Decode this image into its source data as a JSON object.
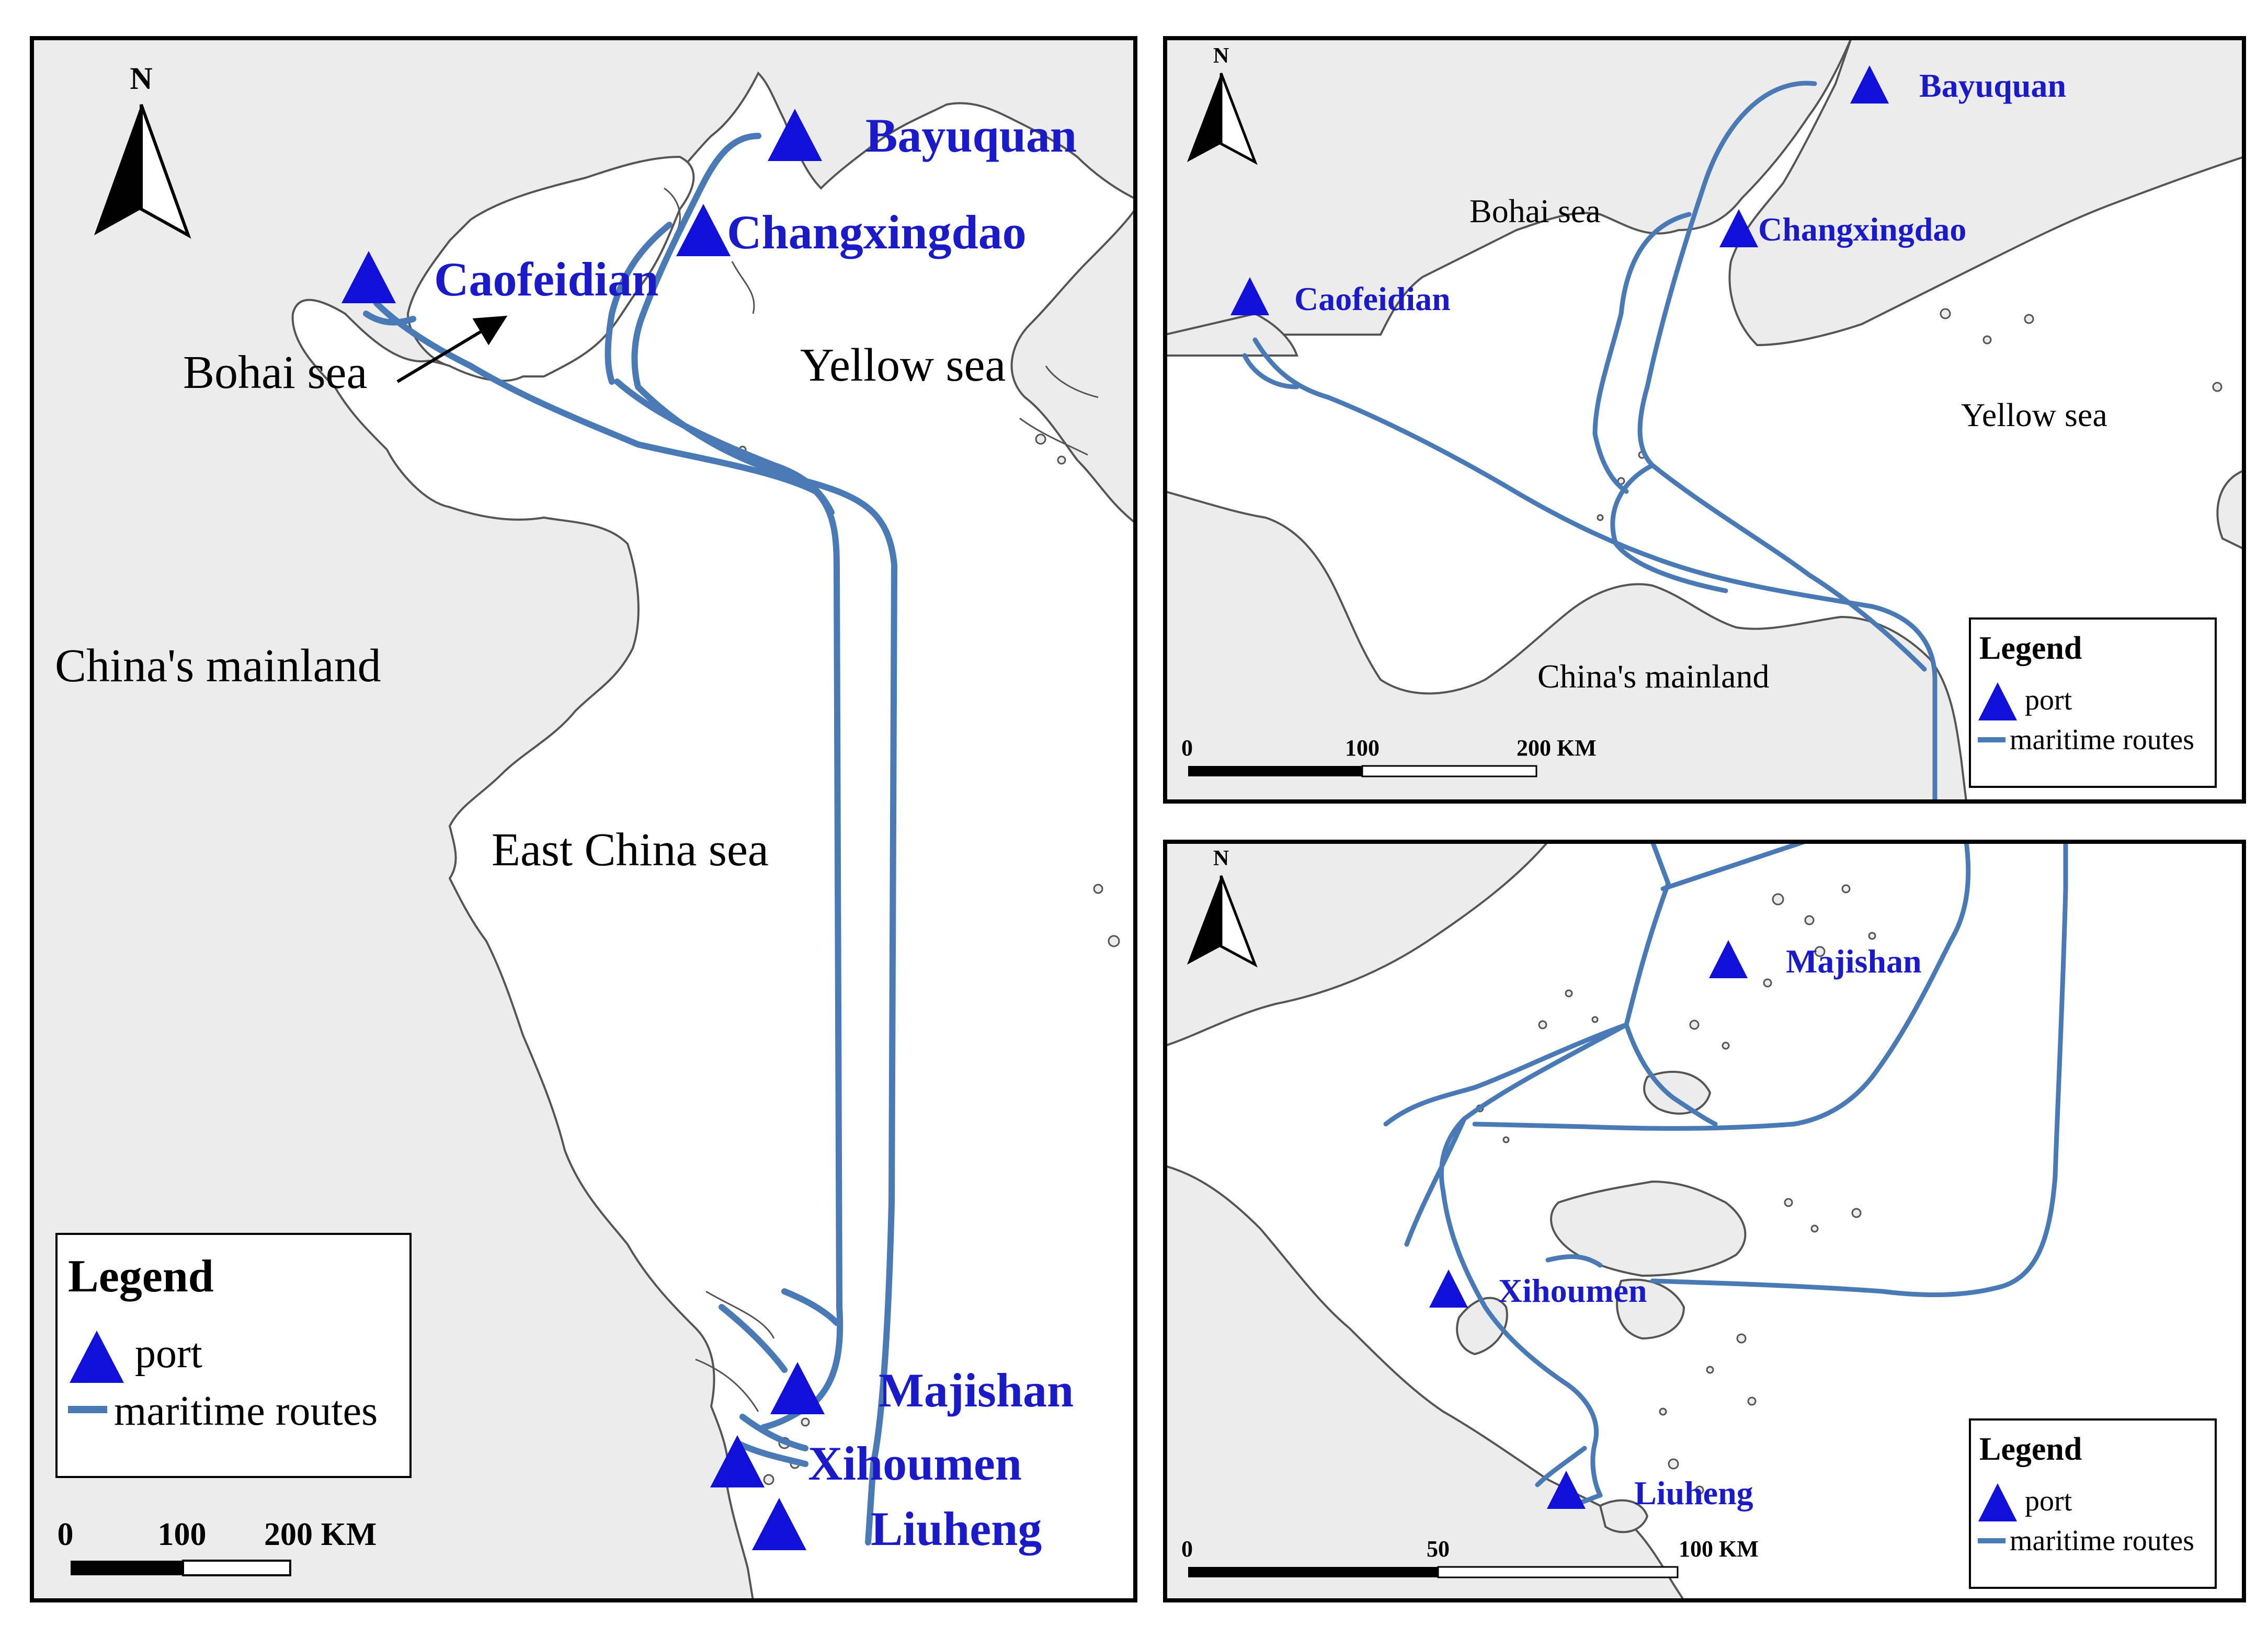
{
  "colors": {
    "land": "#ececec",
    "sea": "#ffffff",
    "coast": "#555555",
    "route": "#4a7ab5",
    "port": "#1010d8",
    "port_label": "#1a1ac8",
    "frame": "#000000"
  },
  "icons": {
    "port": "triangle-icon",
    "north": "north-arrow-icon",
    "direction": "arrow-icon"
  },
  "main_map": {
    "north": "N",
    "labels": {
      "bohai": "Bohai sea",
      "yellow": "Yellow sea",
      "mainland": "China's mainland",
      "east_china": "East China sea"
    },
    "ports": [
      "Bayuquan",
      "Changxingdao",
      "Caofeidian",
      "Majishan",
      "Xihoumen",
      "Liuheng"
    ],
    "legend": {
      "title": "Legend",
      "port": "port",
      "routes": "maritime routes"
    },
    "scale": {
      "zero": "0",
      "mid": "100",
      "end": "200 KM"
    }
  },
  "north_map": {
    "north": "N",
    "labels": {
      "bohai": "Bohai sea",
      "yellow": "Yellow sea",
      "mainland": "China's mainland"
    },
    "ports": [
      "Bayuquan",
      "Changxingdao",
      "Caofeidian"
    ],
    "legend": {
      "title": "Legend",
      "port": "port",
      "routes": "maritime routes"
    },
    "scale": {
      "zero": "0",
      "mid": "100",
      "end": "200 KM"
    }
  },
  "south_map": {
    "north": "N",
    "ports": [
      "Majishan",
      "Xihoumen",
      "Liuheng"
    ],
    "legend": {
      "title": "Legend",
      "port": "port",
      "routes": "maritime routes"
    },
    "scale": {
      "zero": "0",
      "mid": "50",
      "end": "100 KM"
    }
  }
}
